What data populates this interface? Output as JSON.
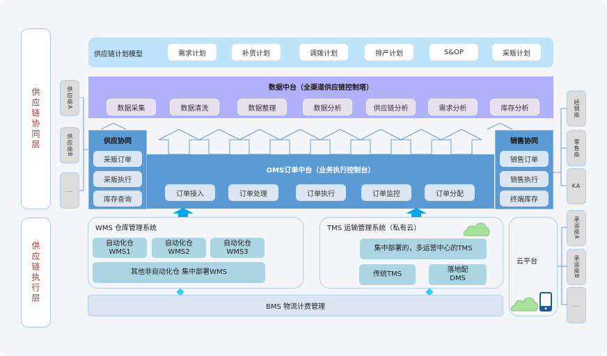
{
  "layers": {
    "collaboration": "供应链协同层",
    "execution": "供应链执行层"
  },
  "suppliers": [
    "供应商A",
    "供应商B",
    "..."
  ],
  "customers": [
    "经销商",
    "零售商",
    "KA"
  ],
  "carriers": [
    "承运商A",
    "承运商B",
    "..."
  ],
  "planning": {
    "title": "供应链计划模型",
    "items": [
      "需求计划",
      "补货计划",
      "调拨计划",
      "排产计划",
      "S&OP",
      "采贩计划"
    ]
  },
  "data_platform": {
    "title": "数据中台（全渠道供应链控制塔）",
    "items": [
      "数据采集",
      "数据清洗",
      "数据整理",
      "数据分析",
      "供应链分析",
      "需求分析",
      "库存分析"
    ]
  },
  "supply_collab": {
    "title": "供应协同",
    "items": [
      "采贩订单",
      "采贩执行",
      "库存查询"
    ]
  },
  "sales_collab": {
    "title": "销售协同",
    "items": [
      "销售订单",
      "销售执行",
      "终端库存"
    ]
  },
  "oms": {
    "title": "OMS订单中台（业务执行控制台）",
    "items": [
      "订单接入",
      "订单处理",
      "订单执行",
      "订单监控",
      "订单分配"
    ]
  },
  "wms": {
    "title": "WMS 仓库管理系统",
    "auto_items": [
      {
        "line1": "自动化仓",
        "line2": "WMS1"
      },
      {
        "line1": "自动化仓",
        "line2": "WMS2"
      },
      {
        "line1": "自动化仓",
        "line2": "WMS3"
      }
    ],
    "other": "其他非自动化仓 集中部署WMS"
  },
  "tms": {
    "title": "TMS 运输管理系统（私有云）",
    "central": "集中部署的，多运营中心的TMS",
    "traditional": "传统TMS",
    "dms_line1": "落地配",
    "dms_line2": "DMS"
  },
  "cloud": {
    "title": "云平台"
  },
  "bms": {
    "title": "BMS 物流计费管理"
  },
  "colors": {
    "planning_bg": "#bde4fb",
    "data_platform_bg": "#b0b1fa",
    "oms_bg": "#5b9bd5",
    "system_btn": "#abd5e3",
    "layer_text": "#a33a3a",
    "arrow": "#00a8e8"
  }
}
